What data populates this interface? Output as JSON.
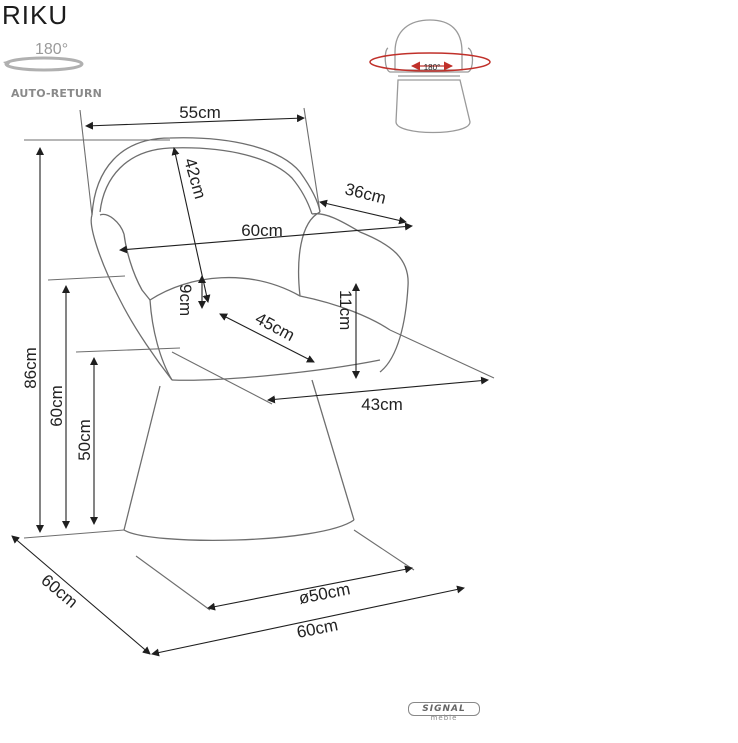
{
  "product": {
    "title": "RIKU",
    "rotation_degrees": "180°",
    "rotation_label": "AUTO-RETURN",
    "thumb_rotation": "180°"
  },
  "dimensions": {
    "top_width": "55cm",
    "back_height": "42cm",
    "arm_depth": "36cm",
    "arm_width": "60cm",
    "arm_height_above_seat": "9cm",
    "seat_depth": "45cm",
    "seat_thickness": "11cm",
    "seat_width": "43cm",
    "total_height": "86cm",
    "arm_height": "60cm",
    "seat_height": "50cm",
    "base_diameter": "ø50cm",
    "footprint_depth": "60cm",
    "footprint_width": "60cm"
  },
  "brand": {
    "name": "SIGNAL",
    "sub": "meble"
  },
  "colors": {
    "line": "#6e6e6e",
    "dim_line": "#1f1f1f",
    "thumb_arrow": "#c0302a",
    "thumb_line": "#9a9a9a"
  }
}
